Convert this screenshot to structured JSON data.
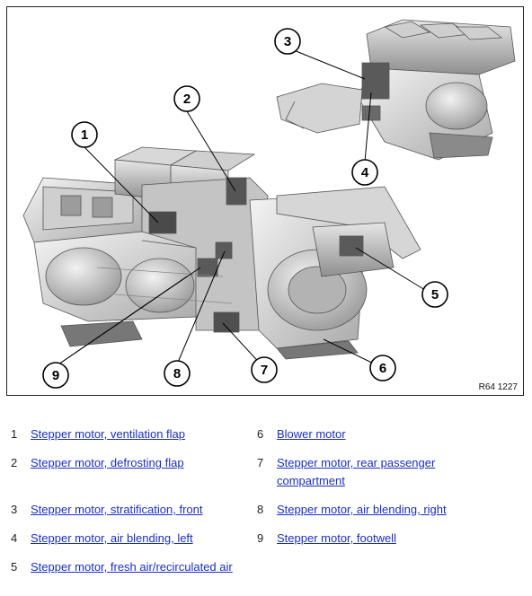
{
  "figure": {
    "reference_code": "R64 1227",
    "callouts": [
      "1",
      "2",
      "3",
      "4",
      "5",
      "6",
      "7",
      "8",
      "9"
    ]
  },
  "legend": [
    {
      "num": "1",
      "label": "Stepper motor, ventilation flap"
    },
    {
      "num": "2",
      "label": "Stepper motor, defrosting flap"
    },
    {
      "num": "3",
      "label": "Stepper motor, stratification, front"
    },
    {
      "num": "4",
      "label": "Stepper motor, air blending, left"
    },
    {
      "num": "5",
      "label": "Stepper motor, fresh air/recirculated air"
    },
    {
      "num": "6",
      "label": "Blower motor"
    },
    {
      "num": "7",
      "label": "Stepper motor, rear passenger compartment"
    },
    {
      "num": "8",
      "label": "Stepper motor, air blending, right"
    },
    {
      "num": "9",
      "label": "Stepper motor, footwell"
    }
  ]
}
